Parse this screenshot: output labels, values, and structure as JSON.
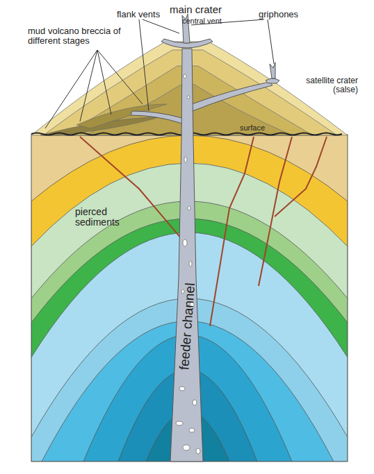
{
  "diagram": {
    "labels": [
      "flank vents",
      "main crater",
      "central vent",
      "griphones",
      "mud volcano breccia of different stages",
      "satellite crater (salse)",
      "surface",
      "pierced sediments",
      "feeder channel"
    ]
  }
}
